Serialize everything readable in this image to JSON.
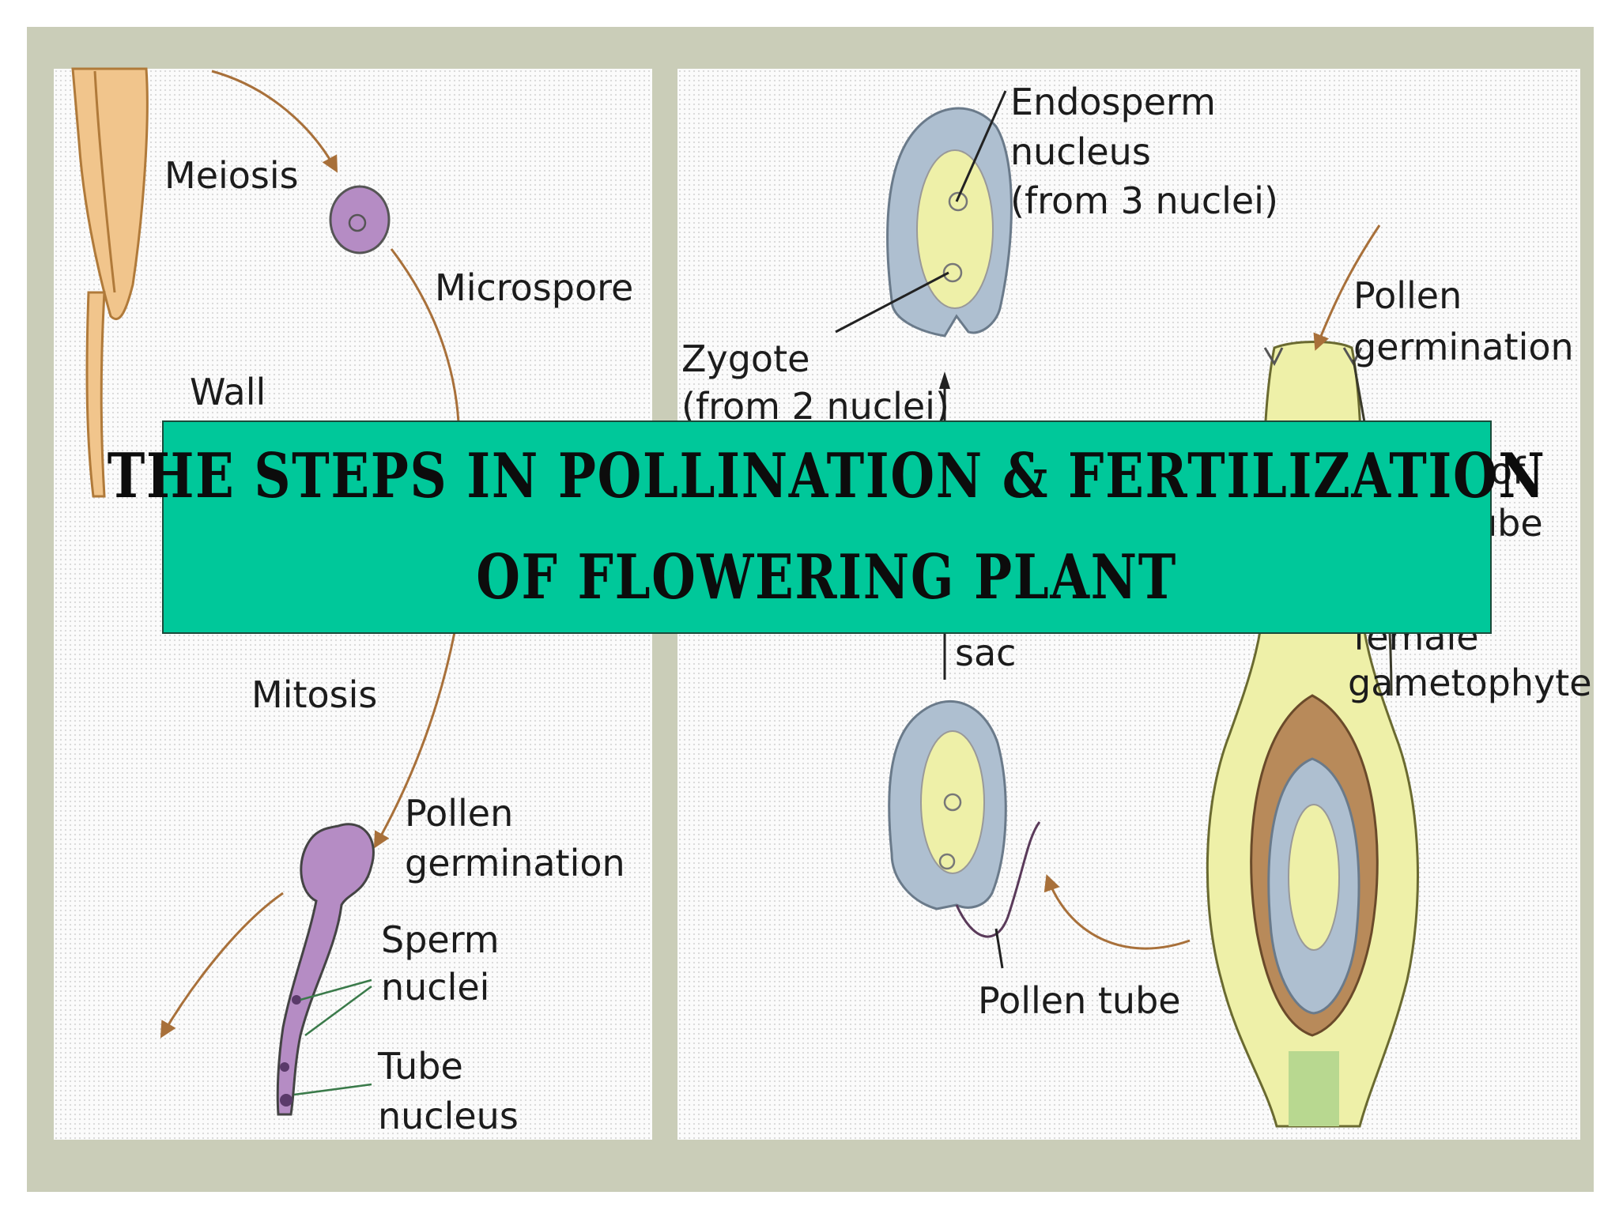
{
  "banner": {
    "line1": "THE  STEPS  IN  POLLINATION  &  FERTILIZATION",
    "line2": "OF    FLOWERING  PLANT"
  },
  "left_labels": {
    "meiosis": "Meiosis",
    "microspore": "Microspore",
    "wall": "Wall",
    "mitosis": "Mitosis",
    "pollen_germination_1": "Pollen",
    "pollen_germination_2": "germination",
    "sperm_nuclei_1": "Sperm",
    "sperm_nuclei_2": "nuclei",
    "tube_nucleus_1": "Tube",
    "tube_nucleus_2": "nucleus"
  },
  "right_labels": {
    "endosperm_1": "Endosperm",
    "endosperm_2": "nucleus",
    "endosperm_3": "(from 3 nuclei)",
    "zygote_1": "Zygote",
    "zygote_2": "(from 2 nuclei)",
    "pollen_germination_1": "Pollen",
    "pollen_germination_2": "germination",
    "of_partial": "of",
    "tube_partial": "ube",
    "sac": "sac",
    "female_partial": "female",
    "gametophyte": "gametophyte",
    "pollen_tube": "Pollen tube"
  },
  "colors": {
    "frame": "#cacdb8",
    "banner": "#00c89a",
    "pollen_purple": "#b58cc4",
    "ovule_blue": "#aebfd0",
    "ovary_yellow": "#eef0a8",
    "arrow_brown": "#a8703a"
  }
}
